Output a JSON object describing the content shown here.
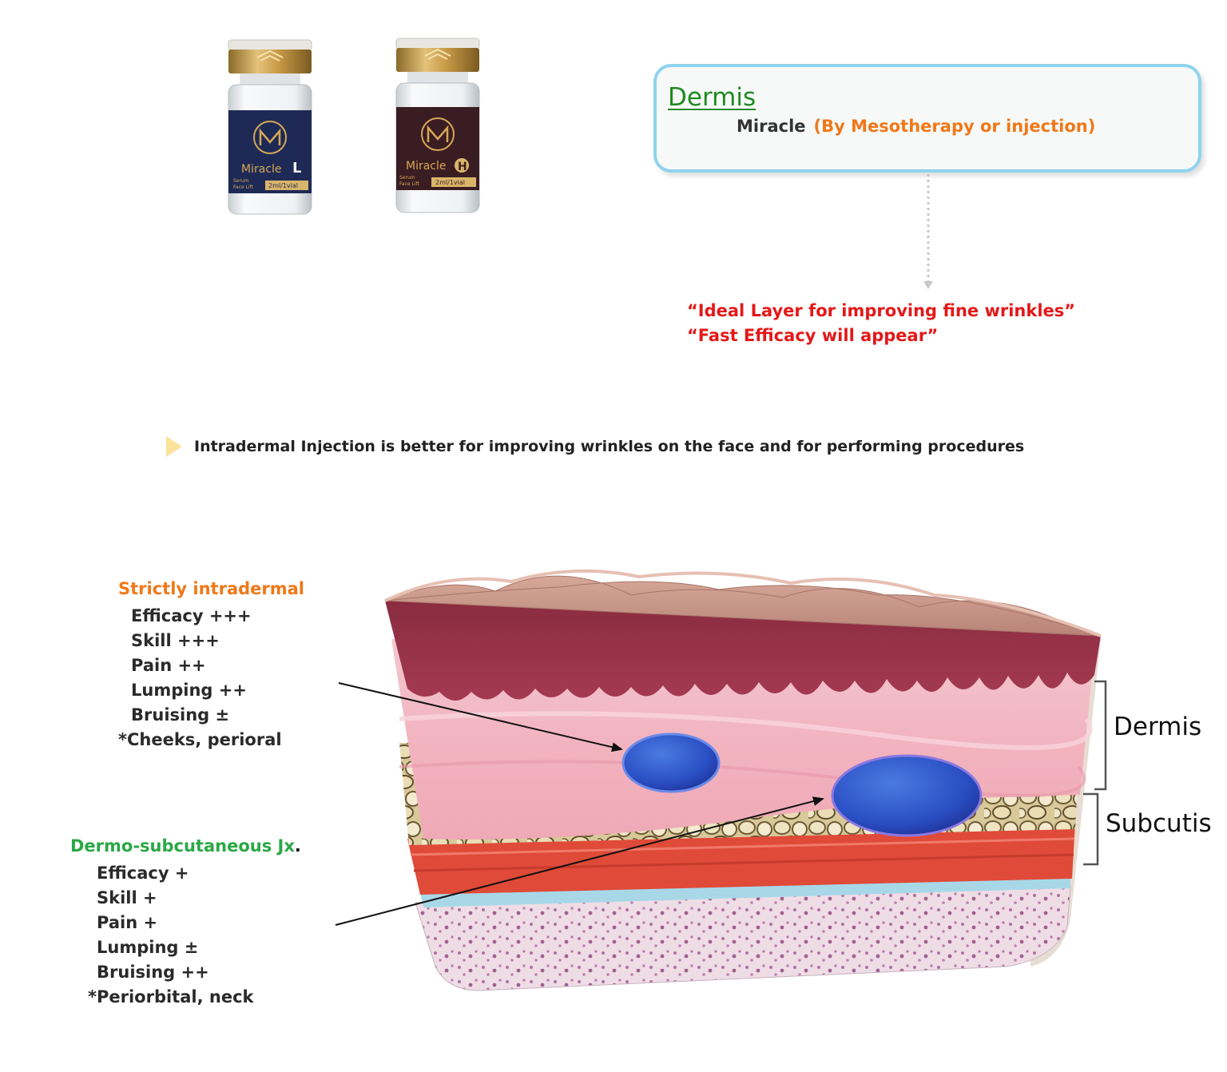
{
  "vials": [
    {
      "brand": "Miracle",
      "variant": "L",
      "size": "2ml/1vial",
      "label_color": "#1e2a55",
      "small_lines": [
        "Serum",
        "Face Lift"
      ]
    },
    {
      "brand": "Miracle",
      "variant": "H",
      "size": "2ml/1vial",
      "label_color": "#3a1d22",
      "small_lines": [
        "Serum",
        "Face Lift"
      ]
    }
  ],
  "callout": {
    "title": "Dermis",
    "product": "Miracle",
    "method": "(By Mesotherapy or injection)",
    "border_color": "#8fd3ee"
  },
  "highlights": [
    "“Ideal Layer for improving fine wrinkles”",
    "“Fast Efficacy will appear”"
  ],
  "note": {
    "icon": "play-triangle-icon",
    "text": "Intradermal Injection  is better for improving wrinkles on the face and for performing procedures"
  },
  "intradermal": {
    "heading": "Strictly intradermal",
    "heading_color": "#f07818",
    "items": [
      "Efficacy +++",
      "Skill +++",
      "Pain ++",
      "Lumping ++",
      "Bruising ±",
      "*Cheeks, perioral"
    ]
  },
  "subcutaneous": {
    "heading": "Dermo-subcutaneous Jx",
    "heading_suffix": ".",
    "heading_color": "#2aa845",
    "items": [
      "Efficacy +",
      "Skill +",
      "Pain +",
      "Lumping ±",
      "Bruising ++",
      "*Periorbital, neck"
    ]
  },
  "layers": {
    "dermis": "Dermis",
    "subcutis": "Subcutis"
  }
}
